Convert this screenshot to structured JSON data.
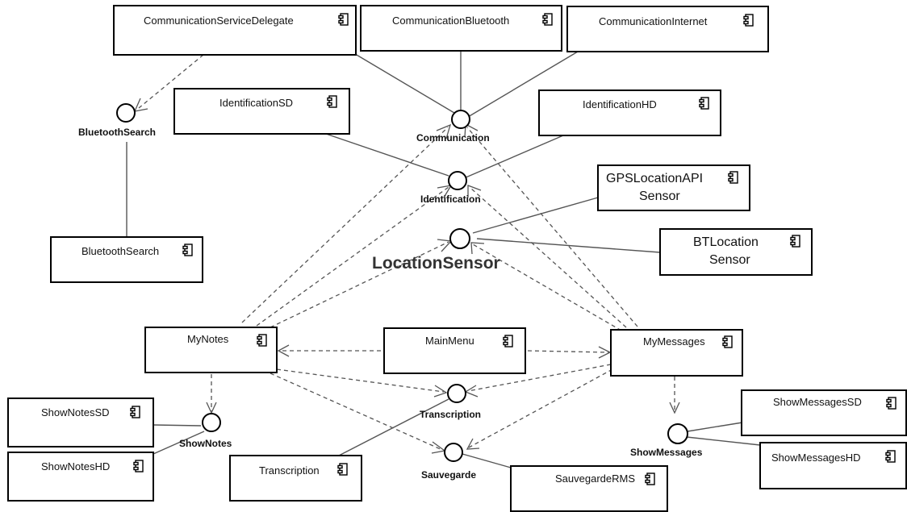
{
  "diagram": {
    "components": {
      "communication_service_delegate": "CommunicationServiceDelegate",
      "communication_bluetooth": "CommunicationBluetooth",
      "communication_internet": "CommunicationInternet",
      "identification_sd": "IdentificationSD",
      "identification_hd": "IdentificationHD",
      "gps_location_api_line1": "GPSLocationAPI",
      "gps_location_api_line2": "Sensor",
      "bt_location_line1": "BTLocation",
      "bt_location_line2": "Sensor",
      "bluetooth_search": "BluetoothSearch",
      "my_notes": "MyNotes",
      "main_menu": "MainMenu",
      "my_messages": "MyMessages",
      "show_notes_sd": "ShowNotesSD",
      "show_notes_hd": "ShowNotesHD",
      "transcription": "Transcription",
      "sauvegarde_rms": "SauvegardeRMS",
      "show_messages_sd": "ShowMessagesSD",
      "show_messages_hd": "ShowMessagesHD"
    },
    "interfaces": {
      "bluetooth_search": "BluetoothSearch",
      "communication": "Communication",
      "identification": "Identification",
      "location_sensor": "LocationSensor",
      "transcription": "Transcription",
      "sauvegarde": "Sauvegarde",
      "show_notes": "ShowNotes",
      "show_messages": "ShowMessages"
    }
  }
}
